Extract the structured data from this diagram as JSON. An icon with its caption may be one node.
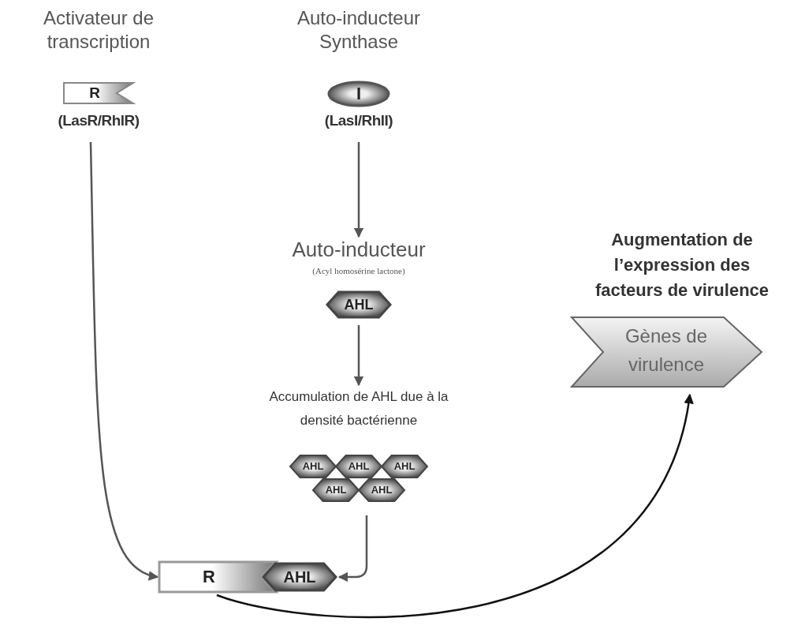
{
  "diagram": {
    "nodes": [
      {
        "text": [
          "Activateur de transcription",
          "R",
          "(LasR/RhlR)"
        ]
      },
      {
        "text": [
          "Auto-inducteur Synthase",
          "I",
          "(LasI/RhlI)"
        ]
      },
      {
        "text": [
          "Auto-inducteur",
          "(Acyl homosérine lactone)",
          "AHL"
        ]
      },
      {
        "text": [
          "Accumulation de AHL due à la densité bactérienne",
          "AHL",
          "AHL",
          "AHL",
          "AHL",
          "AHL"
        ]
      },
      {
        "text": [
          "R",
          "AHL"
        ]
      },
      {
        "text": [
          "Augmentation de l’expression des facteurs de virulence",
          "Gènes de virulence"
        ]
      }
    ],
    "edges": [
      {
        "from": 0,
        "to": 4,
        "arrow": "to"
      },
      {
        "from": 1,
        "to": 2,
        "arrow": "to"
      },
      {
        "from": 2,
        "to": 3,
        "arrow": "to"
      },
      {
        "from": 3,
        "to": 4,
        "arrow": "to"
      },
      {
        "from": 4,
        "to": 5,
        "arrow": "to",
        "color": "#111111"
      }
    ]
  }
}
